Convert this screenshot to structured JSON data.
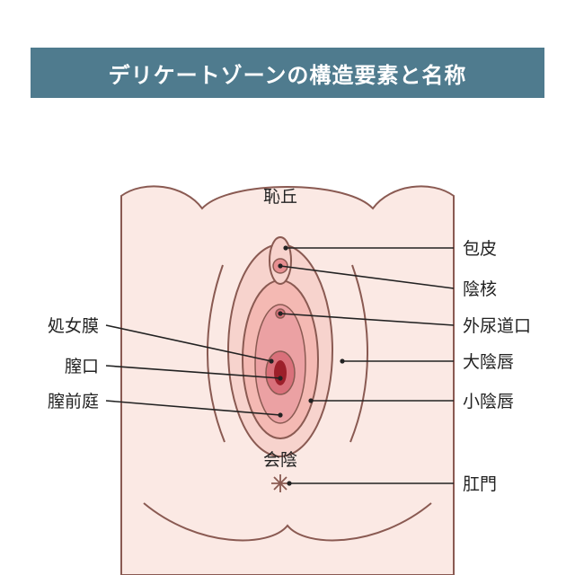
{
  "title": "デリケートゾーンの構造要素と名称",
  "labels": {
    "mons": "恥丘",
    "perineum": "会陰",
    "hood": "包皮",
    "glans": "陰核",
    "urethral": "外尿道口",
    "outer_lips": "大陰唇",
    "inner_lips": "小陰唇",
    "anus": "肛門",
    "hymen": "処女膜",
    "opening": "膣口",
    "vestibule": "膣前庭"
  },
  "colors": {
    "banner": "#4f7b8e",
    "skin": "#fbe9e4",
    "outline": "#8a5a52",
    "inner": "#f4b9b3",
    "deep": "#d9707a",
    "core": "#9c1f2a"
  }
}
